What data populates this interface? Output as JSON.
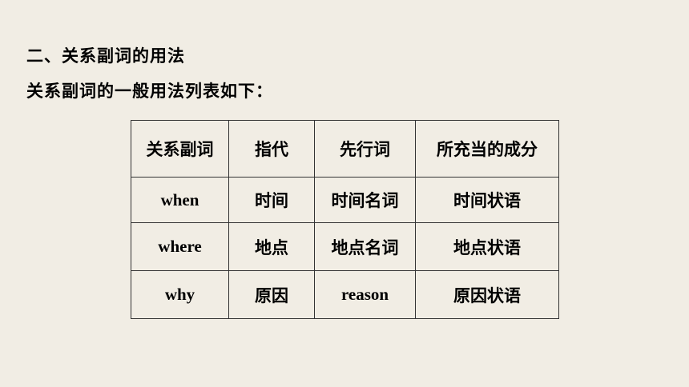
{
  "section": {
    "title": "二、关系副词的用法",
    "intro": "关系副词的一般用法列表如下："
  },
  "table": {
    "headers": [
      "关系副词",
      "指代",
      "先行词",
      "所充当的成分"
    ],
    "rows": [
      [
        "when",
        "时间",
        "时间名词",
        "时间状语"
      ],
      [
        "where",
        "地点",
        "地点名词",
        "地点状语"
      ],
      [
        "why",
        "原因",
        "reason",
        "原因状语"
      ]
    ]
  }
}
